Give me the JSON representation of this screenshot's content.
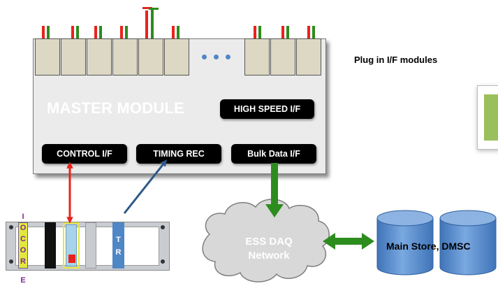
{
  "master": {
    "title": "MASTER MODULE",
    "high_speed": "HIGH SPEED I/F",
    "control": "CONTROL I/F",
    "timing": "TIMING  REC",
    "bulk": "Bulk Data I/F"
  },
  "plugin_label": "Plug in I/F modules",
  "crate": {
    "ocore_letters": [
      "I",
      "O",
      "C",
      "O",
      "R",
      "E"
    ],
    "tr_letters": [
      "T",
      "R"
    ]
  },
  "network": {
    "line1": "ESS DAQ",
    "line2": "Network"
  },
  "store": {
    "label": "Main Store, DMSC"
  },
  "colors": {
    "arrow_red": "#e8231c",
    "arrow_green": "#2d8c1e",
    "arrow_blue": "#2f5889",
    "cylinder": "#5b8fd0",
    "plugin_module": "#9ac05b",
    "slot": "#ddd8c4"
  }
}
